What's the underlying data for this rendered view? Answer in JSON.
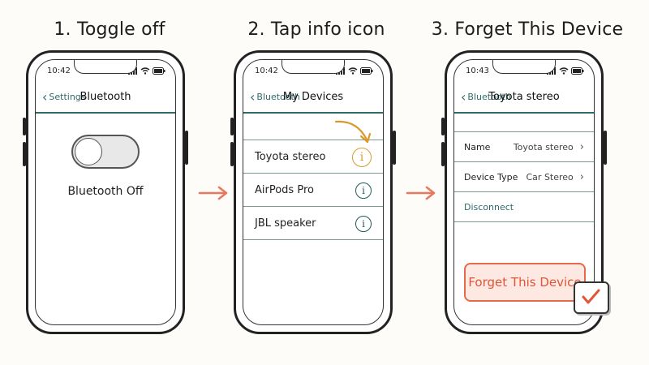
{
  "steps": [
    {
      "title": "1. Toggle off"
    },
    {
      "title": "2. Tap info icon"
    },
    {
      "title": "3. Forget This Device"
    }
  ],
  "phone1": {
    "time": "10:42",
    "back_label": "Settings",
    "nav_title": "Bluetooth",
    "toggle_state": "off",
    "status_label": "Bluetooth Off"
  },
  "phone2": {
    "time": "10:42",
    "back_label": "Bluetooth",
    "nav_title": "My Devices",
    "devices": [
      {
        "name": "Toyota stereo",
        "highlighted": true
      },
      {
        "name": "AirPods Pro",
        "highlighted": false
      },
      {
        "name": "JBL speaker",
        "highlighted": false
      }
    ]
  },
  "phone3": {
    "time": "10:43",
    "back_label": "Bluetooth",
    "nav_title": "Toyota stereo",
    "name_label": "Name",
    "name_value": "Toyota stereo",
    "type_label": "Device Type",
    "type_value": "Car Stereo",
    "disconnect_label": "Disconnect",
    "forget_label": "Forget This Device"
  },
  "colors": {
    "accent": "#2e6b6b",
    "highlight": "#d99a2b",
    "danger": "#e0553a",
    "arrow": "#e8785c"
  },
  "icons": [
    "chevron-left-icon",
    "signal-icon",
    "wifi-icon",
    "battery-icon",
    "info-icon",
    "chevron-right-icon",
    "checkmark-icon",
    "arrow-right-icon"
  ]
}
